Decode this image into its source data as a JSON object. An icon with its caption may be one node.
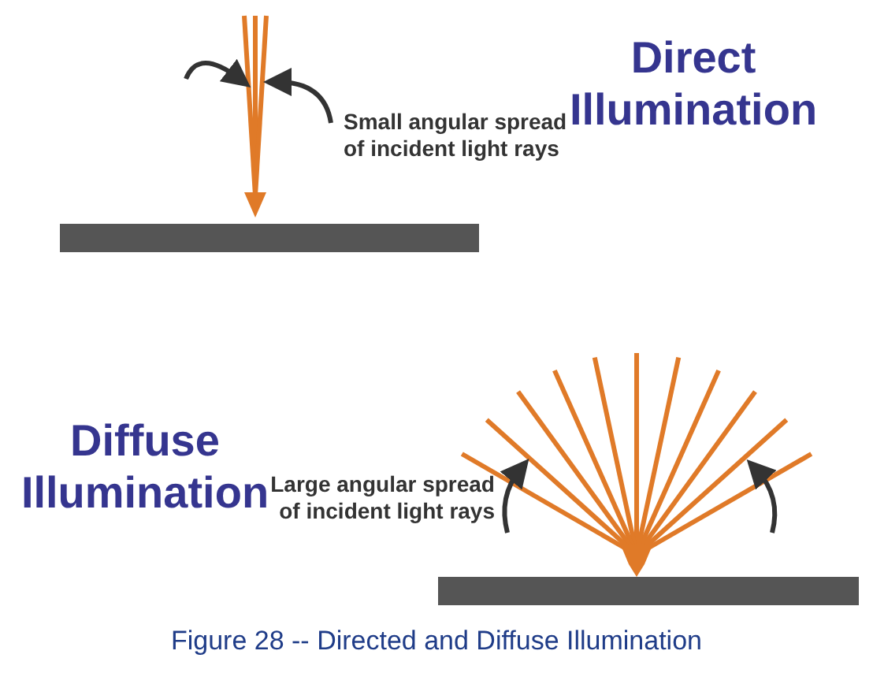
{
  "diagram": {
    "caption": "Figure 28 -- Directed and Diffuse Illumination",
    "labels": [
      "Direct Illumination",
      "Small angular spread of incident light rays",
      "Diffuse Illumination",
      "Large angular spread of incident light rays"
    ]
  }
}
